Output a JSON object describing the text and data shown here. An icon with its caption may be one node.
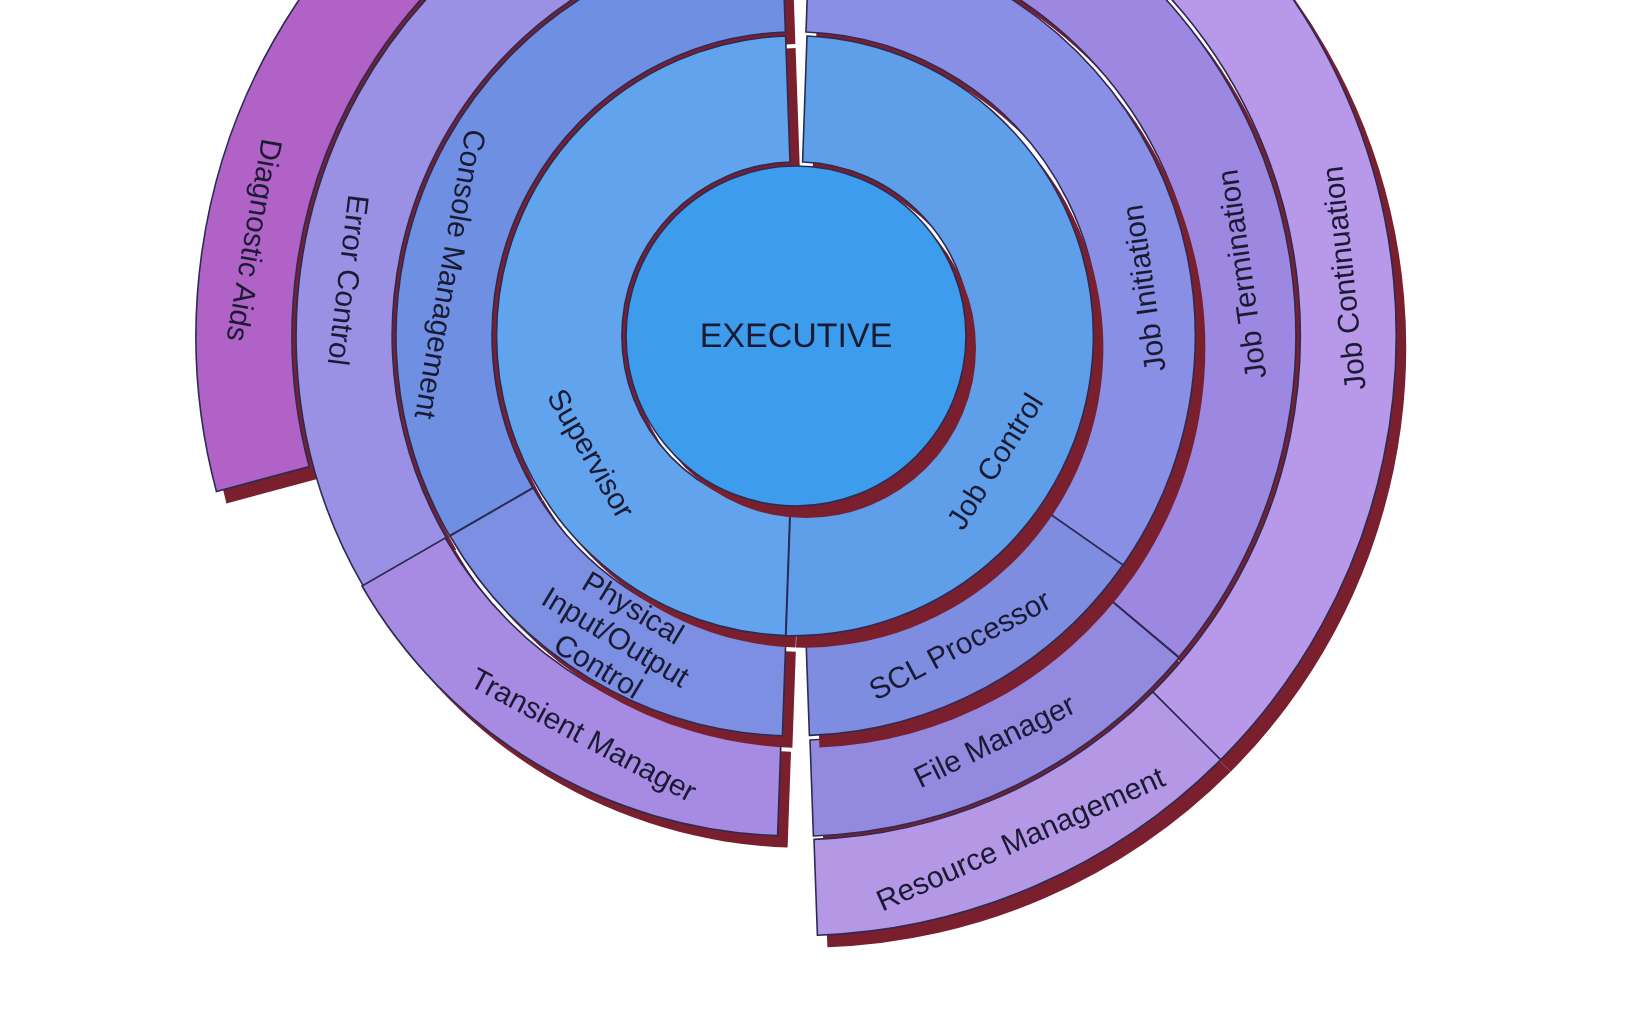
{
  "diagram": {
    "nodes": [
      {
        "text": [
          "EXECUTIVE"
        ]
      },
      {
        "text": [
          "Diagnostic Aids"
        ]
      },
      {
        "text": [
          "Error Control"
        ]
      },
      {
        "text": [
          "Transient Manager"
        ]
      },
      {
        "text": [
          "Console Management"
        ]
      },
      {
        "text": [
          "Physical Input/Output Control"
        ]
      },
      {
        "text": [
          "Supervisor"
        ]
      },
      {
        "text": [
          "Job Control"
        ]
      },
      {
        "text": [
          "Job Initiation"
        ]
      },
      {
        "text": [
          "SCL Processor"
        ]
      },
      {
        "text": [
          "Job Termination"
        ]
      },
      {
        "text": [
          "File Manager"
        ]
      },
      {
        "text": [
          "Job Continuation"
        ]
      },
      {
        "text": [
          "Resource Management"
        ]
      }
    ]
  }
}
